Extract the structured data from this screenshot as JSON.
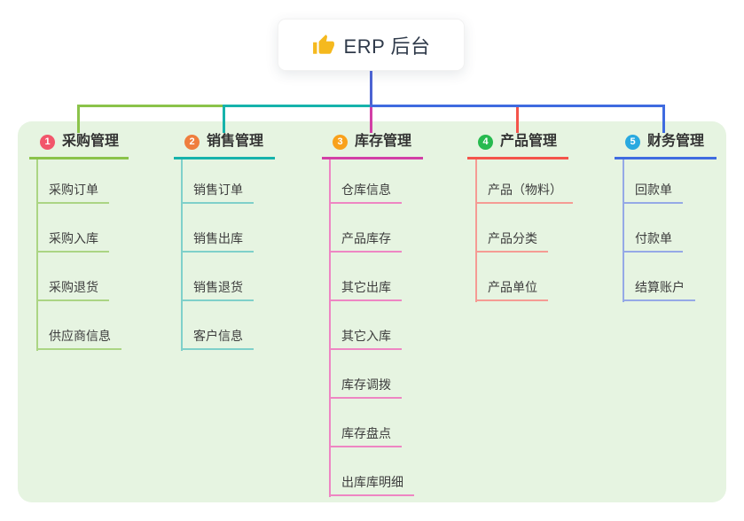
{
  "root": {
    "label": "ERP 后台",
    "icon": "thumbs-up-icon"
  },
  "branches": [
    {
      "badge": "1",
      "label": "采购管理",
      "badge_color": "#f2566b",
      "color": "#8bc34a",
      "light_color": "#abd584",
      "children": [
        "采购订单",
        "采购入库",
        "采购退货",
        "供应商信息"
      ]
    },
    {
      "badge": "2",
      "label": "销售管理",
      "badge_color": "#ef7e3e",
      "color": "#16b3ab",
      "light_color": "#7fd0ca",
      "children": [
        "销售订单",
        "销售出库",
        "销售退货",
        "客户信息"
      ]
    },
    {
      "badge": "3",
      "label": "库存管理",
      "badge_color": "#f9a11b",
      "color": "#d23fa6",
      "light_color": "#ee86c3",
      "children": [
        "仓库信息",
        "产品库存",
        "其它出库",
        "其它入库",
        "库存调拨",
        "库存盘点",
        "出库库明细"
      ]
    },
    {
      "badge": "4",
      "label": "产品管理",
      "badge_color": "#27ba4f",
      "color": "#f4544b",
      "light_color": "#f59b94",
      "children": [
        "产品（物料）",
        "产品分类",
        "产品单位"
      ]
    },
    {
      "badge": "5",
      "label": "财务管理",
      "badge_color": "#29a9e0",
      "color": "#3f6be0",
      "light_color": "#95a9e6",
      "children": [
        "回款单",
        "付款单",
        "结算账户"
      ]
    }
  ],
  "colors": {
    "stem": "#4c63d2",
    "panel_bg": "#e6f4e1",
    "page_bg": "#ffffff",
    "text": "#333333"
  }
}
